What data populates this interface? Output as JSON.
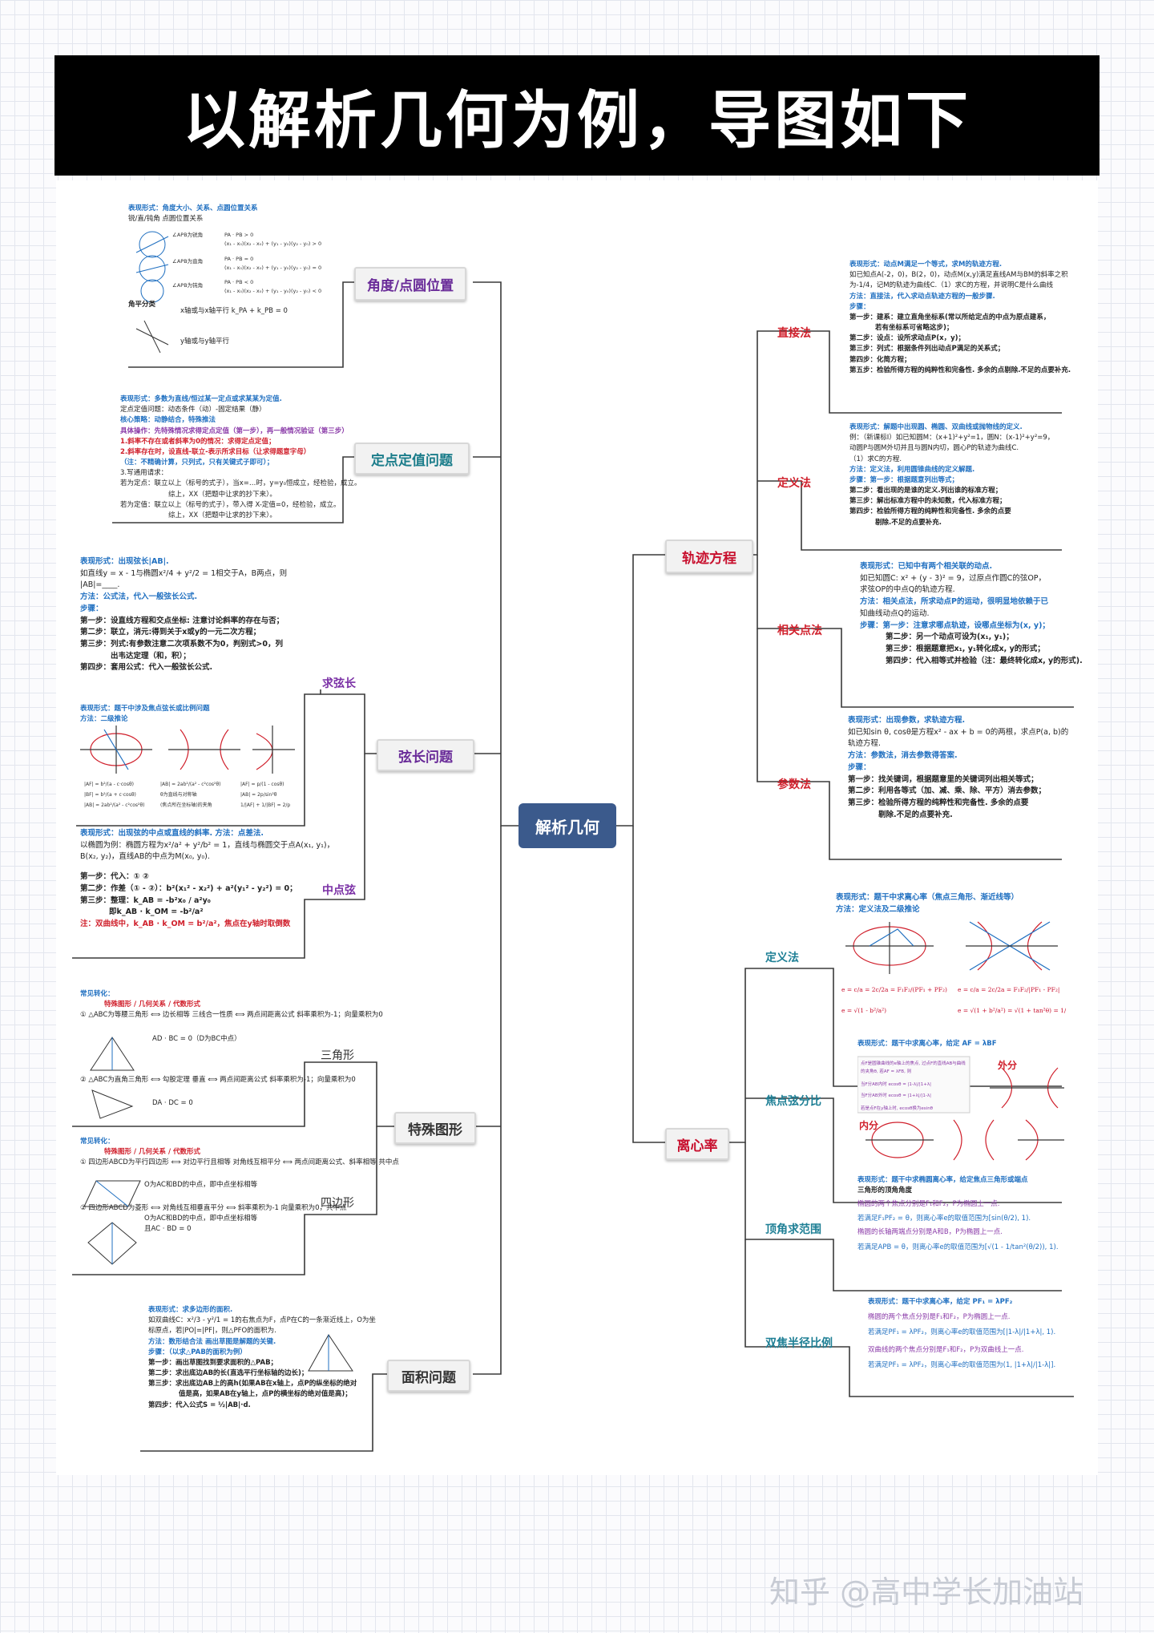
{
  "title": "以解析几何为例，导图如下",
  "center": "解析几何",
  "left_branches": [
    {
      "label": "角度/点圆位置"
    },
    {
      "label": "定点定值问题"
    },
    {
      "label": "弦长问题"
    },
    {
      "label": "特殊图形"
    },
    {
      "label": "面积问题"
    }
  ],
  "right_branches": [
    {
      "label": "轨迹方程"
    },
    {
      "label": "离心率"
    }
  ],
  "sub_labels": {
    "qiuxianchang": "求弦长",
    "zhongdianxian": "中点弦",
    "sanjiaoxing": "三角形",
    "sibianxing": "四边形",
    "zhijiefa": "直接法",
    "dingyifa": "定义法",
    "xiangguandianfa": "相关点法",
    "canshufa": "参数法",
    "dingyifa2": "定义法",
    "jiaodianxianfenbi": "焦点弦分比",
    "dingjiaoqiufanwei": "顶角求范围",
    "shuangjiaobanjing": "双焦半径比例"
  },
  "panels": {
    "angle": [
      "表现形式：角度大小、关系、点圆位置关系",
      "锐/直/钝角 点圆位置关系",
      "角平分类",
      "x轴或与x轴平行  k_PA + k_PB = 0",
      "y轴或与y轴平行"
    ],
    "fixed": [
      "表现形式：多数为直线/恒过某一定点或求某某为定值.",
      "定点定值问题：动态条件（动）-固定结果（静）",
      "核心策略：动静结合，特殊推法",
      "具体操作：先特殊情况求得定点定值（第一步），再一般情况验证（第三步）",
      "1.斜率不存在或者斜率为0的情况：求得定点定值；",
      "2.斜率存在时，设直线-联立-表示所求目标（让求得题意字母）",
      "（注：不精确计算，只列式，只有关键式子即可）；",
      "3.写通用请求：",
      "若为定点：联立以上（标号的式子），当x=…时，y=y₀恒成立，经检验，成立。",
      "综上，XX（把题中让求的抄下来）。",
      "若为定值：联立以上（标号的式子），带入得 X-定值=0，经检验，成立。",
      "综上，XX（把题中让求的抄下来）。"
    ],
    "chord": [
      "表现形式：出现弦长|AB|.",
      "如直线y = x - 1与椭圆x²/4 + y²/2 = 1相交于A，B两点，则",
      "|AB|=____.",
      "方法：公式法，代入一般弦长公式.",
      "步骤：",
      "第一步：设直线方程和交点坐标: 注意讨论斜率的存在与否；",
      "第二步：联立，消元:得到关于x或y的一元二次方程；",
      "第三步：列式:有参数注意二次项系数不为0，判别式>0，列",
      "出韦达定理（和，积）；",
      "第四步：套用公式：代入一般弦长公式."
    ],
    "focal": [
      "表现形式：题干中涉及焦点弦长或比例问题",
      "方法：二级推论"
    ],
    "mid": [
      "表现形式：出现弦的中点或直线的斜率. 方法：点差法.",
      "以椭圆为例：椭圆方程为x²/a² + y²/b² = 1，直线与椭圆交于点A(x₁, y₁)，",
      "B(x₂, y₂)，直线AB的中点为M(x₀, y₀).",
      "第一步：代入：①  ②",
      "第二步：作差（① - ②）：b²(x₁² - x₂²) + a²(y₁² - y₂²) = 0；",
      "第三步：整理：k_AB = -b²x₀ / a²y₀",
      "即k_AB · k_OM = -b²/a²",
      "注：双曲线中，k_AB · k_OM = b²/a²，焦点在y轴时取倒数"
    ],
    "tri": [
      "常见转化：",
      "特殊图形 / 几何关系 / 代数形式",
      "① △ABC为等腰三角形 ⟺ 边长相等 三线合一性质 ⟺ 两点间距离公式 斜率乘积为-1；向量乘积为0",
      "AD · BC = 0（D为BC中点）",
      "② △ABC为直角三角形 ⟺ 勾股定理 垂直 ⟺ 两点间距离公式 斜率乘积为-1；向量乘积为0",
      "DA · DC = 0"
    ],
    "quad": [
      "常见转化：",
      "特殊图形 / 几何关系 / 代数形式",
      "① 四边形ABCD为平行四边形 ⟺ 对边平行且相等 对角线互相平分 ⟺ 两点间距离公式、斜率相等 共中点",
      "O为AC和BD的中点，即中点坐标相等",
      "② 四边形ABCD为菱形 ⟺ 对角线互相垂直平分 ⟺ 斜率乘积为-1 向量乘积为0，共中点",
      "O为AC和BD的中点，即中点坐标相等",
      "且AC · BD = 0"
    ],
    "area": [
      "表现形式：求多边形的面积.",
      "如双曲线C：x²/3 - y²/1 = 1的右焦点为F，点P在C的一条渐近线上，O为坐",
      "标原点，若|PO|=|PF|，则△PFO的面积为.",
      "方法：数形结合法 画出草图是解题的关键.",
      "步骤：（以求△PAB的面积为例）",
      "第一步：画出草图找到要求面积的△PAB；",
      "第二步：求出底边AB的长(直选平行坐标轴的边长)；",
      "第三步：求出底边AB上的高h(如果AB在x轴上，点P的纵坐标的绝对",
      "值是高，如果AB在y轴上，点P的横坐标的绝对值是高)；",
      "第四步：代入公式S = ½|AB|·d."
    ],
    "direct": [
      "表现形式：动点M满足一个等式，求M的轨迹方程.",
      "如已知点A(-2，0)，B(2，0)，动点M(x,y)满足直线AM与BM的斜率之积",
      "为-1/4，记M的轨迹为曲线C.（1）求C的方程，并说明C是什么曲线",
      "方法：直接法，代入求动点轨迹方程的一般步骤.",
      "步骤：",
      "第一步：建系：建立直角坐标系(常以所给定点的中点为原点建系，",
      "若有坐标系可省略这步)；",
      "第二步：设点：设所求动点P(x，y)；",
      "第三步：列式：根据条件列出动点P满足的关系式；",
      "第四步：化简方程；",
      "第五步：检验所得方程的纯粹性和完备性. 多余的点剔除.不足的点要补充."
    ],
    "definition": [
      "表现形式：解题中出现圆、椭圆、双曲线或抛物线的定义.",
      "例：（新课标I）如已知圆M：(x+1)²+y²=1，圆N：(x-1)²+y²=9，",
      "动圆P与圆M外切并且与圆N内切，圆心P的轨迹为曲线C.",
      "（1）求C的方程.",
      "方法：定义法，利用圆锥曲线的定义解题.",
      "步骤：第一步：根据题意列出等式；",
      "第二步：看出现的是谁的定义.列出谁的标准方程；",
      "第三步：解出标准方程中的未知数，代入标准方程；",
      "第四步：检验所得方程的纯粹性和完备性. 多余的点要",
      "剔除.不足的点要补充."
    ],
    "related": [
      "表现形式：已知中有两个相关联的动点.",
      "如已知圆C: x² + (y - 3)² = 9，过原点作圆C的弦OP，",
      "求弦OP的中点Q的轨迹方程.",
      "方法：相关点法，所求动点P的运动，很明显地依赖于已",
      "知曲线动点Q的运动.",
      "步骤：第一步：注意求哪点轨迹，设哪点坐标为(x, y)；",
      "第二步：另一个动点可设为(x₁, y₁)；",
      "第三步：根据题意把x₁, y₁转化成x, y的形式；",
      "第四步：代入相等式并检验（注：最终转化成x, y的形式)."
    ],
    "param": [
      "表现形式：出现参数，求轨迹方程.",
      "如已知sin θ, cosθ是方程x² - ax + b = 0的两根，求点P(a, b)的",
      "轨迹方程.",
      "方法：参数法，消去参数得答案.",
      "步骤：",
      "第一步：找关键词，根据题意里的关键词列出相关等式；",
      "第二步：利用各等式（加、减、乘、除、平方）消去参数；",
      "第三步：检验所得方程的纯粹性和完备性. 多余的点要",
      "剔除.不足的点要补充."
    ],
    "ecc_def": [
      "表现形式：题干中求离心率（焦点三角形、渐近线等）",
      "方法：定义法及二级推论"
    ],
    "ecc_focal": [
      "表现形式：题干中求离心率，给定 AF = λBF",
      "外分",
      "内分"
    ],
    "ecc_vertex": [
      "表现形式：题干中求椭圆离心率，给定焦点三角形或端点",
      "三角形的顶角角度",
      "椭圆的两个焦点分别是F₁和F₂，P为椭圆上一点.",
      "若满足F₁PF₂ = θ，则离心率e的取值范围为[sin(θ/2), 1).",
      "椭圆的长轴两端点分别是A和B，P为椭圆上一点.",
      "若满足APB = θ，则离心率e的取值范围为[√(1 - 1/tan²(θ/2)), 1)."
    ],
    "ecc_ratio": [
      "表现形式：题干中求离心率，给定 PF₁ = λPF₂",
      "椭圆的两个焦点分别是F₁和F₂，P为椭圆上一点.",
      "若满足PF₁ = λPF₂，则离心率e的取值范围为[|1-λ|/|1+λ|, 1).",
      "双曲线的两个焦点分别是F₁和F₂，P为双曲线上一点.",
      "若满足PF₁ = λPF₂，则离心率e的取值范围为(1, |1+λ|/|1-λ|]."
    ]
  },
  "watermark": "知乎 @高中学长加油站",
  "colors": {
    "center": "#3b5a8c",
    "purple": "#6a2c99",
    "teal": "#1a7c8a",
    "red": "#c8102e",
    "blue": "#1f6fc0"
  }
}
